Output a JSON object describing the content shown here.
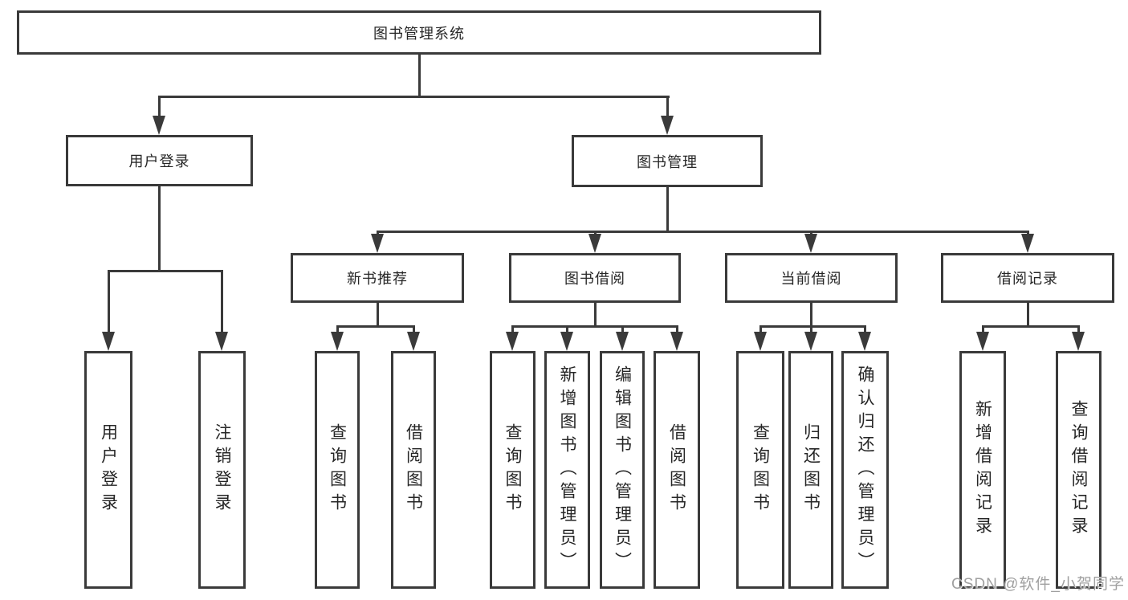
{
  "diagram_title": "图书管理系统",
  "nodes": {
    "root": {
      "label": "图书管理系统"
    },
    "user_login": {
      "label": "用户登录"
    },
    "book_mgmt": {
      "label": "图书管理"
    },
    "new_book_rec": {
      "label": "新书推荐"
    },
    "book_borrow": {
      "label": "图书借阅"
    },
    "current_borrow": {
      "label": "当前借阅"
    },
    "borrow_record": {
      "label": "借阅记录"
    },
    "leaf_user_login": {
      "label": "用户登录"
    },
    "leaf_logout": {
      "label": "注销登录"
    },
    "leaf_rec_query_book": {
      "label": "查询图书"
    },
    "leaf_rec_borrow_book": {
      "label": "借阅图书"
    },
    "leaf_bb_query_book": {
      "label": "查询图书"
    },
    "leaf_bb_add_book": {
      "label": "新增图书（管理员）"
    },
    "leaf_bb_edit_book": {
      "label": "编辑图书（管理员）"
    },
    "leaf_bb_borrow_book": {
      "label": "借阅图书"
    },
    "leaf_cb_query_book": {
      "label": "查询图书"
    },
    "leaf_cb_return_book": {
      "label": "归还图书"
    },
    "leaf_cb_confirm_return": {
      "label": "确认归还（管理员）"
    },
    "leaf_br_add_record": {
      "label": "新增借阅记录"
    },
    "leaf_br_query_record": {
      "label": "查询借阅记录"
    }
  },
  "watermark": "CSDN @软件_小贺同学",
  "colors": {
    "line": "#3a3a3a",
    "text": "#262626",
    "background": "#ffffff",
    "watermark": "#a0a0a0"
  }
}
